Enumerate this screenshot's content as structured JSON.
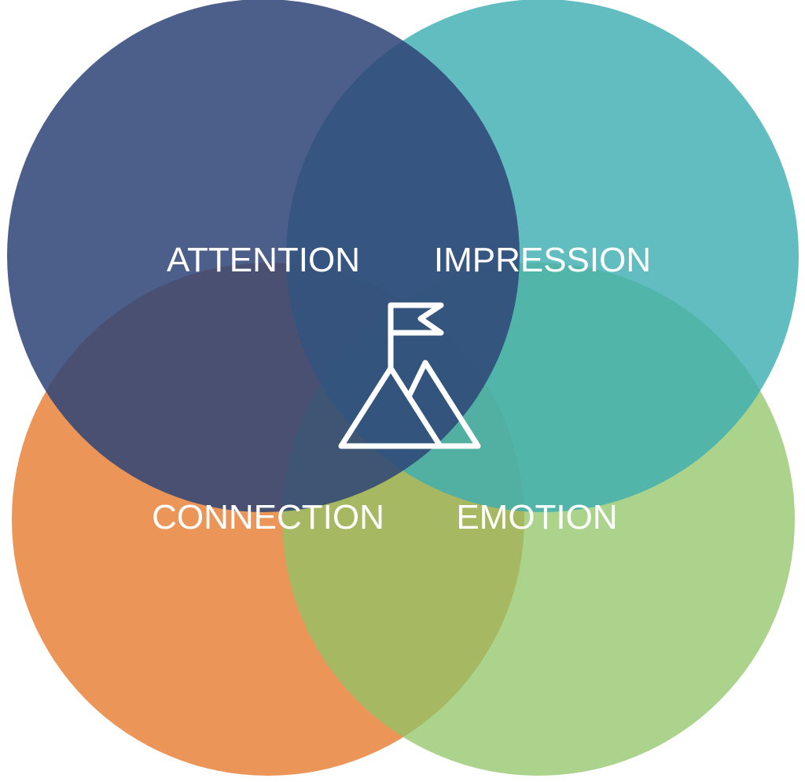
{
  "diagram": {
    "circles": [
      {
        "key": "attention",
        "label": "ATTENTION",
        "color": "#2e4577"
      },
      {
        "key": "impression",
        "label": "IMPRESSION",
        "color": "#3eaeb1"
      },
      {
        "key": "connection",
        "label": "CONNECTION",
        "color": "#e8823c"
      },
      {
        "key": "emotion",
        "label": "EMOTION",
        "color": "#8fc466"
      }
    ],
    "center_icon": "mountain-flag-icon"
  }
}
